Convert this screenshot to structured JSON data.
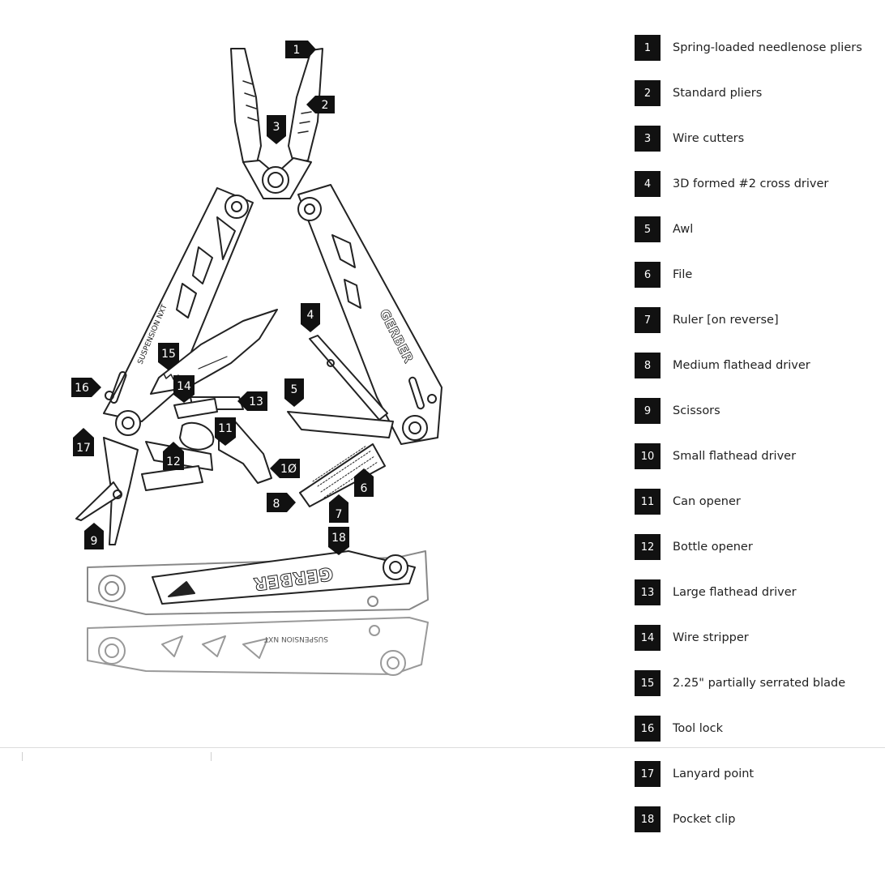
{
  "legend": [
    {
      "num": "1",
      "label": "Spring-loaded needlenose pliers"
    },
    {
      "num": "2",
      "label": "Standard pliers"
    },
    {
      "num": "3",
      "label": "Wire cutters"
    },
    {
      "num": "4",
      "label": "3D formed #2 cross driver"
    },
    {
      "num": "5",
      "label": "Awl"
    },
    {
      "num": "6",
      "label": "File"
    },
    {
      "num": "7",
      "label": "Ruler [on reverse]"
    },
    {
      "num": "8",
      "label": "Medium flathead driver"
    },
    {
      "num": "9",
      "label": "Scissors"
    },
    {
      "num": "10",
      "label": "Small flathead driver"
    },
    {
      "num": "11",
      "label": "Can opener"
    },
    {
      "num": "12",
      "label": "Bottle opener"
    },
    {
      "num": "13",
      "label": "Large flathead driver"
    },
    {
      "num": "14",
      "label": "Wire stripper"
    },
    {
      "num": "15",
      "label": "2.25\" partially serrated blade"
    },
    {
      "num": "16",
      "label": "Tool lock"
    },
    {
      "num": "17",
      "label": "Lanyard point"
    },
    {
      "num": "18",
      "label": "Pocket clip"
    }
  ],
  "callouts": {
    "c1": "1",
    "c2": "2",
    "c3": "3",
    "c4": "4",
    "c5": "5",
    "c6": "6",
    "c7": "7",
    "c8": "8",
    "c9": "9",
    "c10": "1Ø",
    "c11": "11",
    "c12": "12",
    "c13": "13",
    "c14": "14",
    "c15": "15",
    "c16": "16",
    "c17": "17",
    "c18": "18"
  },
  "branding": {
    "brand": "GERBER",
    "model": "SUSPENSION NXT"
  }
}
